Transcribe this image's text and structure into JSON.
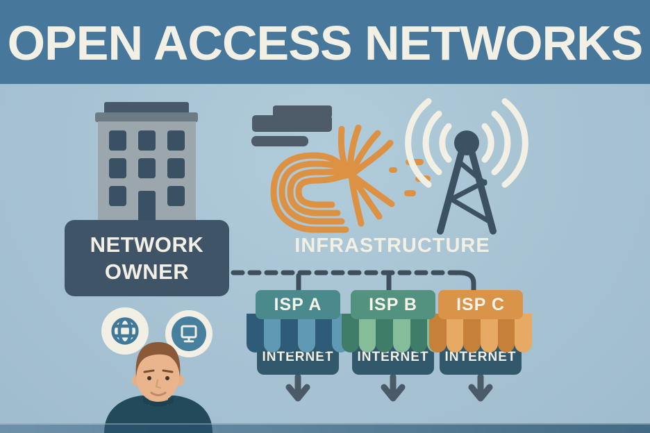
{
  "title": "OPEN ACCESS NETWORKS",
  "owner": {
    "lines": [
      "NETWORK",
      "OWNER"
    ]
  },
  "infrastructure": {
    "label": "INFRASTRUCTURE"
  },
  "isps": [
    {
      "name": "ISP A",
      "internet_label": "INTERNET",
      "colors": {
        "sign": "#4a8a8d",
        "awning_dark": "#2e5b77",
        "awning_light": "#5f99b4"
      }
    },
    {
      "name": "ISP B",
      "internet_label": "INTERNET",
      "colors": {
        "sign": "#53927e",
        "awning_dark": "#3f7d69",
        "awning_light": "#85bd9b"
      }
    },
    {
      "name": "ISP C",
      "internet_label": "INTERNET",
      "colors": {
        "sign": "#d99449",
        "awning_dark": "#c5803a",
        "awning_light": "#e7aa64"
      }
    }
  ],
  "icons": {
    "building": "office-building",
    "servers": "server-blocks",
    "fiber": "fiber-optic-cables",
    "tower": "radio-tower-with-signal-waves",
    "globe": "globe",
    "monitor": "computer-monitor",
    "person": "network-user",
    "arrows": "down-arrow"
  },
  "colors": {
    "header_bg": "#47789b",
    "background": "#a6c2d2",
    "panel_dark": "#3f5466",
    "internet_box": "#32596b",
    "accent_orange": "#dd9243",
    "cream_text": "#f2efe5",
    "connector": "#3d4e5c",
    "footer_band": "#4e7d9e"
  }
}
